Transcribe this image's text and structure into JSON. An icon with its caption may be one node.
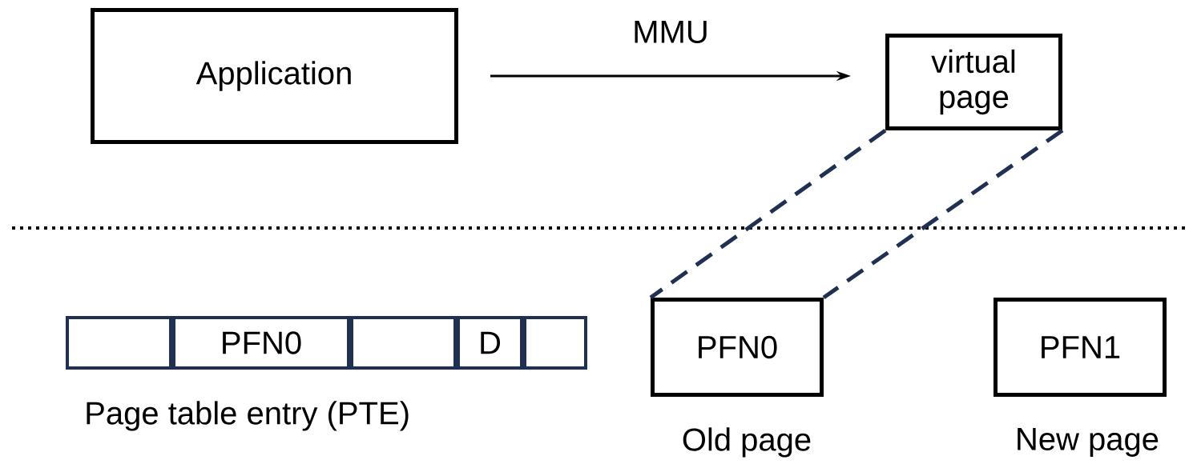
{
  "diagram": {
    "nodes": [
      {
        "text": [
          "Application"
        ]
      },
      {
        "text": [
          "virtual page"
        ]
      },
      {
        "text": [
          "Page table entry (PTE)"
        ]
      },
      {
        "text": [],
        "shape": "box",
        "in": 2
      },
      {
        "text": [
          "PFN0"
        ],
        "in": 2
      },
      {
        "text": [],
        "shape": "box",
        "in": 2
      },
      {
        "text": [
          "D"
        ],
        "in": 2
      },
      {
        "text": [],
        "shape": "box",
        "in": 2
      },
      {
        "text": [
          "PFN0"
        ],
        "beside": [
          "Old page"
        ]
      },
      {
        "text": [
          "PFN1"
        ],
        "beside": [
          "New page"
        ]
      }
    ],
    "edges": [
      {
        "from": 0,
        "to": 1,
        "arrow": "to",
        "label": "MMU"
      },
      {
        "from": 1,
        "to": 8,
        "arrow": "none",
        "style": "dashed",
        "color": "#1f3050"
      },
      {
        "from": 1,
        "to": 8,
        "arrow": "none",
        "style": "dashed",
        "color": "#1f3050"
      }
    ]
  }
}
